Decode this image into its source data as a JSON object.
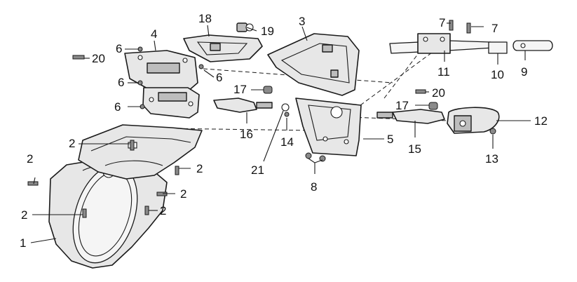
{
  "callouts": [
    "1",
    "2",
    "2",
    "2",
    "2",
    "2",
    "2",
    "3",
    "4",
    "5",
    "6",
    "6",
    "6",
    "6",
    "7",
    "7",
    "8",
    "9",
    "10",
    "11",
    "12",
    "13",
    "14",
    "15",
    "16",
    "17",
    "17",
    "18",
    "19",
    "20",
    "20",
    "21"
  ]
}
